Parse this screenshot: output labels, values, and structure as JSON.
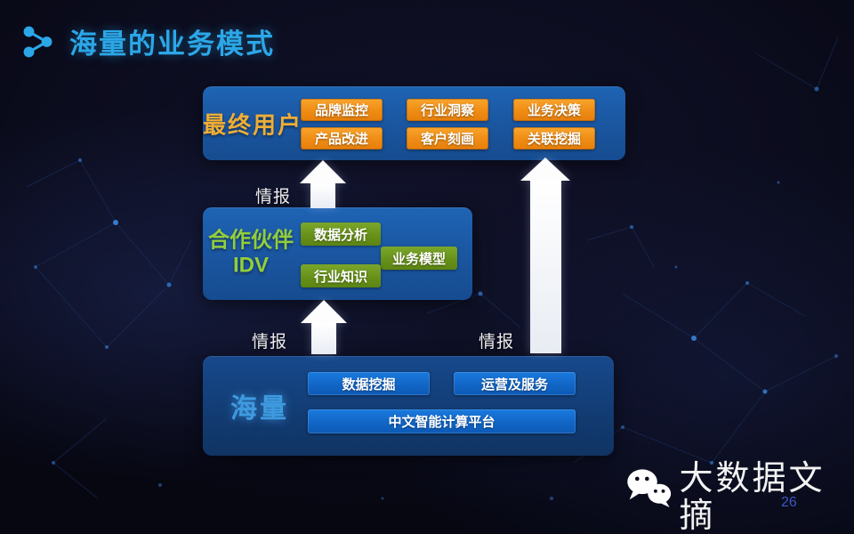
{
  "title": {
    "text": "海量的业务模式"
  },
  "diagram": {
    "end_users": {
      "label": "最终用户",
      "tags": [
        "品牌监控",
        "行业洞察",
        "业务决策",
        "产品改进",
        "客户刻画",
        "关联挖掘"
      ]
    },
    "partners": {
      "label_line1": "合作伙伴",
      "label_line2": "IDV",
      "tags": [
        "数据分析",
        "业务模型",
        "行业知识"
      ]
    },
    "company": {
      "label": "海量",
      "tags": [
        "数据挖掘",
        "运营及服务",
        "中文智能计算平台"
      ]
    },
    "flow_labels": {
      "partners_to_end_users": "情报",
      "company_to_partners": "情报",
      "company_to_end_users": "情报"
    }
  },
  "footer": {
    "brand": "大数据文摘",
    "page_number": "26"
  },
  "icons": {
    "title_icon": "share-network-icon",
    "footer_icon": "wechat-icon"
  },
  "colors": {
    "background": "#0b0c1d",
    "title_blue": "#2BA7E8",
    "box_blue": "#1B58A6",
    "company_box_blue": "#123B72",
    "tag_orange": "#EF8C14",
    "tag_green": "#668F18",
    "tag_blue": "#1164C4",
    "end_users_label_gold": "#EFAD35",
    "partners_label_green": "#93CE3B",
    "company_label_blue": "#3E9ADF",
    "arrow_white": "#FDFDFE",
    "page_number_blue": "#3D56C0"
  }
}
